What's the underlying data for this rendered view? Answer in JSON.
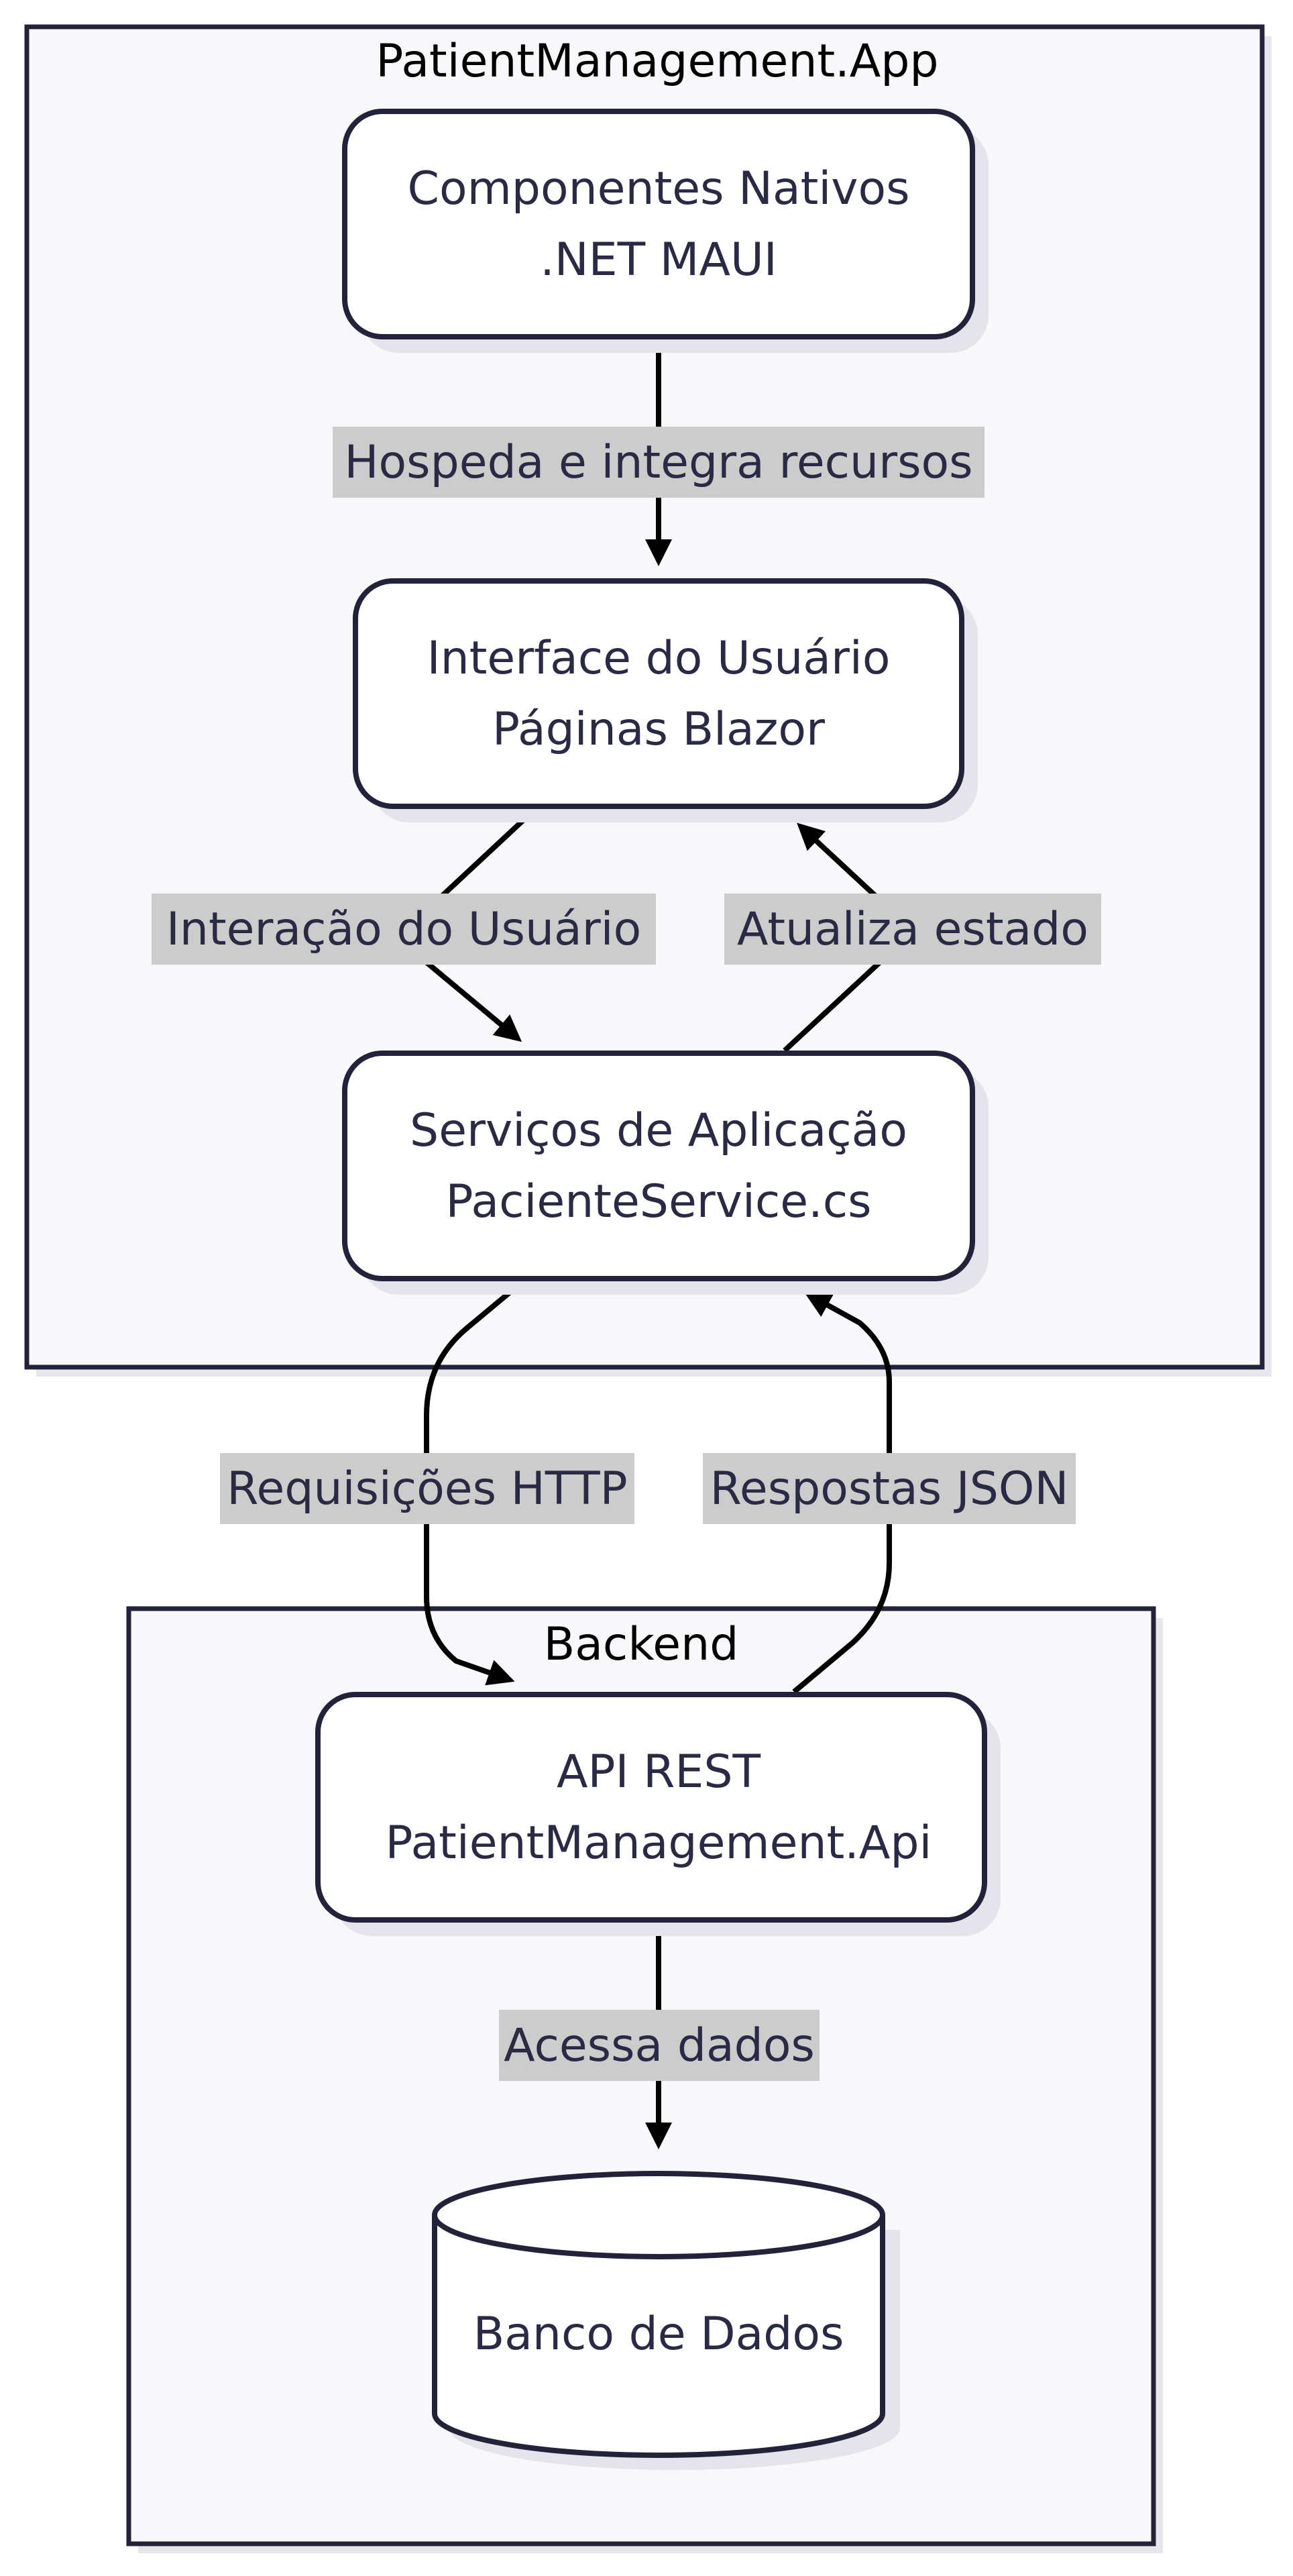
{
  "clusters": {
    "app": {
      "title": "PatientManagement.App"
    },
    "backend": {
      "title": "Backend"
    }
  },
  "nodes": {
    "native": {
      "line1": "Componentes Nativos",
      "line2": ".NET MAUI"
    },
    "ui": {
      "line1": "Interface do Usuário",
      "line2": "Páginas Blazor"
    },
    "services": {
      "line1": "Serviços de Aplicação",
      "line2": "PacienteService.cs"
    },
    "api": {
      "line1": "API REST",
      "line2": "PatientManagement.Api"
    },
    "database": {
      "line1": "Banco de Dados"
    }
  },
  "edges": {
    "native_to_ui": {
      "label": "Hospeda e integra recursos"
    },
    "ui_to_services": {
      "label": "Interação do Usuário"
    },
    "services_to_ui": {
      "label": "Atualiza estado"
    },
    "services_to_api": {
      "label": "Requisições HTTP"
    },
    "api_to_services": {
      "label": "Respostas JSON"
    },
    "api_to_database": {
      "label": "Acessa dados"
    }
  },
  "colors": {
    "cluster_fill": "#f8f8fb",
    "cluster_border": "#22223a",
    "node_fill": "#ffffff",
    "node_border": "#22223a",
    "shadow": "#e4e4ea",
    "edge": "#000000",
    "label_bg": "#cccccc",
    "text": "#2a2a45"
  }
}
